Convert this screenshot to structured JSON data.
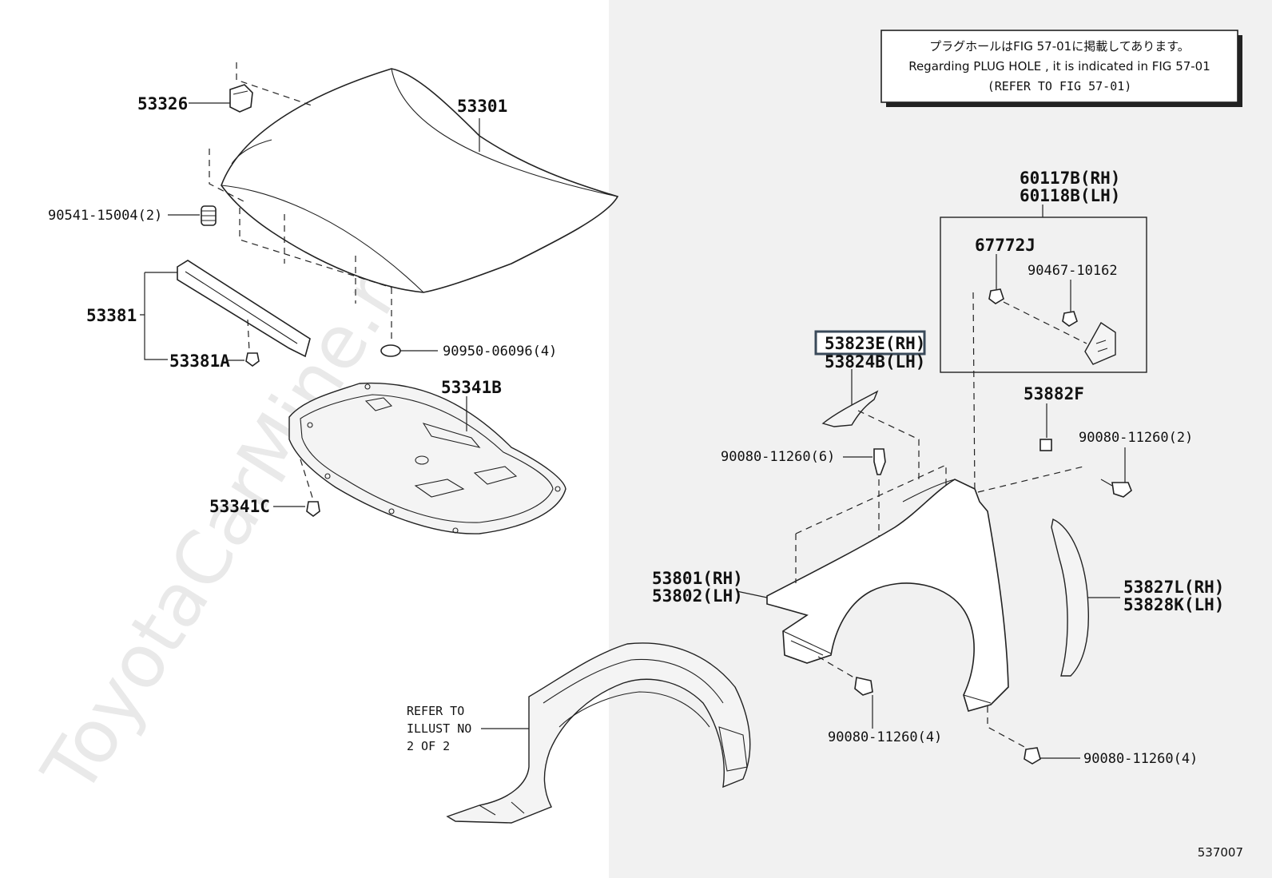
{
  "watermark": "ToyotaCarMine.ru",
  "note": {
    "line1": "プラグホールはFIG 57-01に掲載してあります。",
    "line2": "Regarding PLUG HOLE , it is indicated in FIG 57-01",
    "line3": "(REFER TO FIG 57-01)"
  },
  "labels": {
    "p53326": "53326",
    "p53301": "53301",
    "p90541": "90541-15004(2)",
    "p53381": "53381",
    "p53381a": "53381A",
    "p90950": "90950-06096(4)",
    "p53341b": "53341B",
    "p53341c": "53341C",
    "p60117b": "60117B(RH)",
    "p60118b": "60118B(LH)",
    "p67772j": "67772J",
    "p90467": "90467-10162",
    "p53823e": "53823E(RH)",
    "p53824b": "53824B(LH)",
    "p53882f": "53882F",
    "p90080_2": "90080-11260(2)",
    "p90080_6": "90080-11260(6)",
    "p53801": "53801(RH)",
    "p53802": "53802(LH)",
    "p53827l": "53827L(RH)",
    "p53828k": "53828K(LH)",
    "p90080_4a": "90080-11260(4)",
    "p90080_4b": "90080-11260(4)",
    "refer1": "REFER TO",
    "refer2": "ILLUST NO",
    "refer3": "2 OF 2"
  },
  "figure_number": "537007",
  "colors": {
    "right_panel_bg": "#f1f1f1",
    "highlight_border": "#3a4a5a"
  }
}
